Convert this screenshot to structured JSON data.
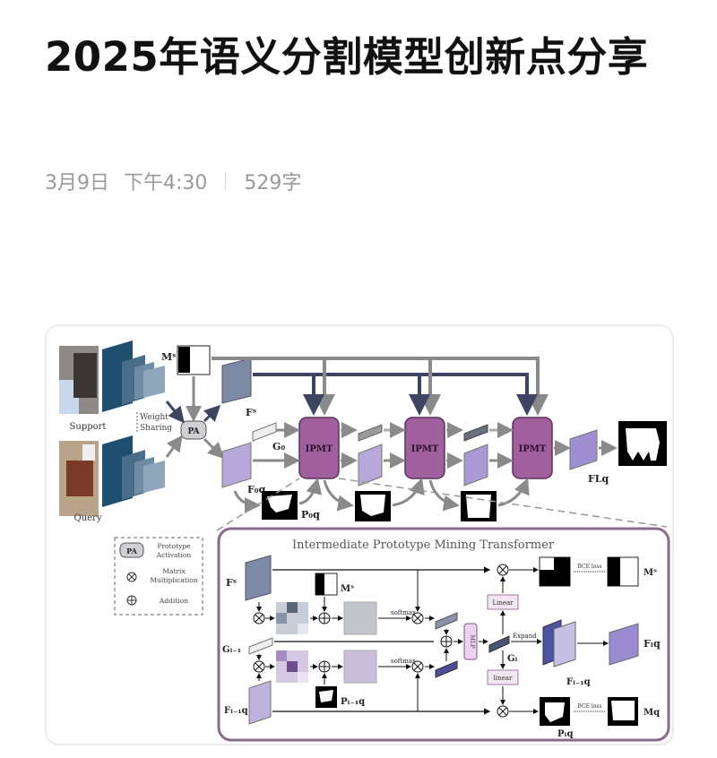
{
  "article": {
    "title": "2025年语义分割模型创新点分享",
    "date": "3月9日",
    "time": "下午4:30",
    "word_count": "529字"
  },
  "figure": {
    "labels": {
      "support": "Support",
      "query": "Query",
      "weight_sharing_1": "Weight",
      "weight_sharing_2": "Sharing",
      "pa": "PA",
      "ms": "Mˢ",
      "fs": "Fˢ",
      "g0": "G₀",
      "fq0": "F₀q",
      "pq0": "P₀q",
      "fqL": "FLq",
      "ipmt": "IPMT"
    },
    "legend": {
      "pa_label": "PA",
      "pa_text_1": "Prototype",
      "pa_text_2": "Activation",
      "mm_text_1": "Matrix",
      "mm_text_2": "Multiplication",
      "add_text": "Addition"
    },
    "detail": {
      "title": "Intermediate Prototype Mining Transformer",
      "fs": "Fˢ",
      "ms": "Mˢ",
      "g_prev": "Gₗ₋₁",
      "fq_prev": "Fₗ₋₁q",
      "pq_prev": "Pₗ₋₁q",
      "softmax": "softmax",
      "mlp": "MLP",
      "gl": "Gₗ",
      "expand": "Expand",
      "linear_top": "Linear",
      "linear_bottom": "linear",
      "bce_top": "BCE loss",
      "bce_bottom": "BCE loss",
      "ms_out": "Mˢ",
      "mq_out": "Mq",
      "fq_out": "Fₗq",
      "fq_prev2": "Fₗ₋₁q",
      "pq_out": "Pₗq"
    },
    "colors": {
      "ipmt_fill": "#a0609e",
      "ipmt_stroke": "#5a3060",
      "query_feat": "#b6a8d8",
      "support_feat": "#7c8aa6",
      "backbone": "#1f4f6e",
      "arrow_dark": "#3d4562",
      "arrow_gray": "#8a8a8a"
    }
  }
}
